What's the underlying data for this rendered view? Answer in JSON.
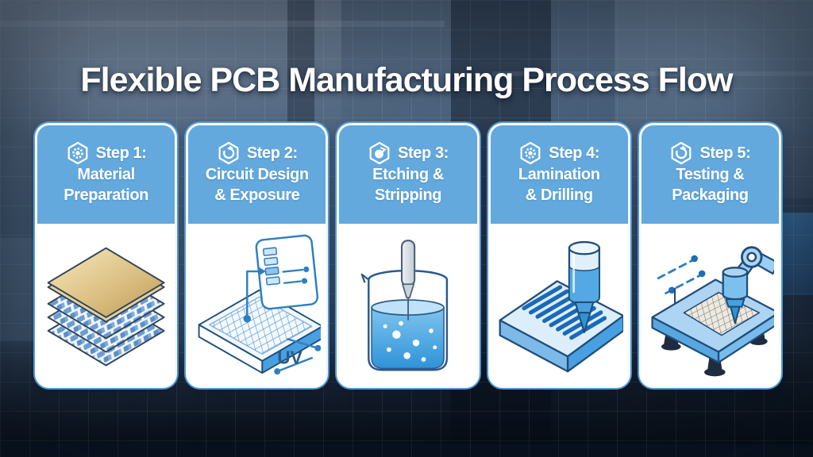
{
  "title": "Flexible PCB Manufacturing Process Flow",
  "colors": {
    "header_blue": "#63a9de",
    "outline_blue": "#1f4e79",
    "accent_blue": "#2e7fc2",
    "liquid_blue": "#3b99d8",
    "gold": "#d9bc80",
    "card_white": "#ffffff",
    "background_navy": "#17222f"
  },
  "steps": [
    {
      "heading": "Step 1:",
      "label_lines": [
        "Material",
        "Preparation"
      ],
      "icon": "gear-hexagon-icon",
      "illustration": "stacked-material-layers"
    },
    {
      "heading": "Step 2:",
      "label_lines": [
        "Circuit Design",
        "& Exposure"
      ],
      "icon": "cycle-arrow-hexagon-icon",
      "illustration": "pcb-with-design-callout",
      "uv_label": "UV"
    },
    {
      "heading": "Step 3:",
      "label_lines": [
        "Etching &",
        "Stripping"
      ],
      "icon": "etch-dot-hexagon-icon",
      "illustration": "etching-beaker"
    },
    {
      "heading": "Step 4:",
      "label_lines": [
        "Lamination",
        "& Drilling"
      ],
      "icon": "gear-hexagon-icon",
      "illustration": "drill-over-laminated-board"
    },
    {
      "heading": "Step 5:",
      "label_lines": [
        "Testing &",
        "Packaging"
      ],
      "icon": "cycle-arrow-hexagon-icon",
      "illustration": "robot-arm-test-table"
    }
  ]
}
